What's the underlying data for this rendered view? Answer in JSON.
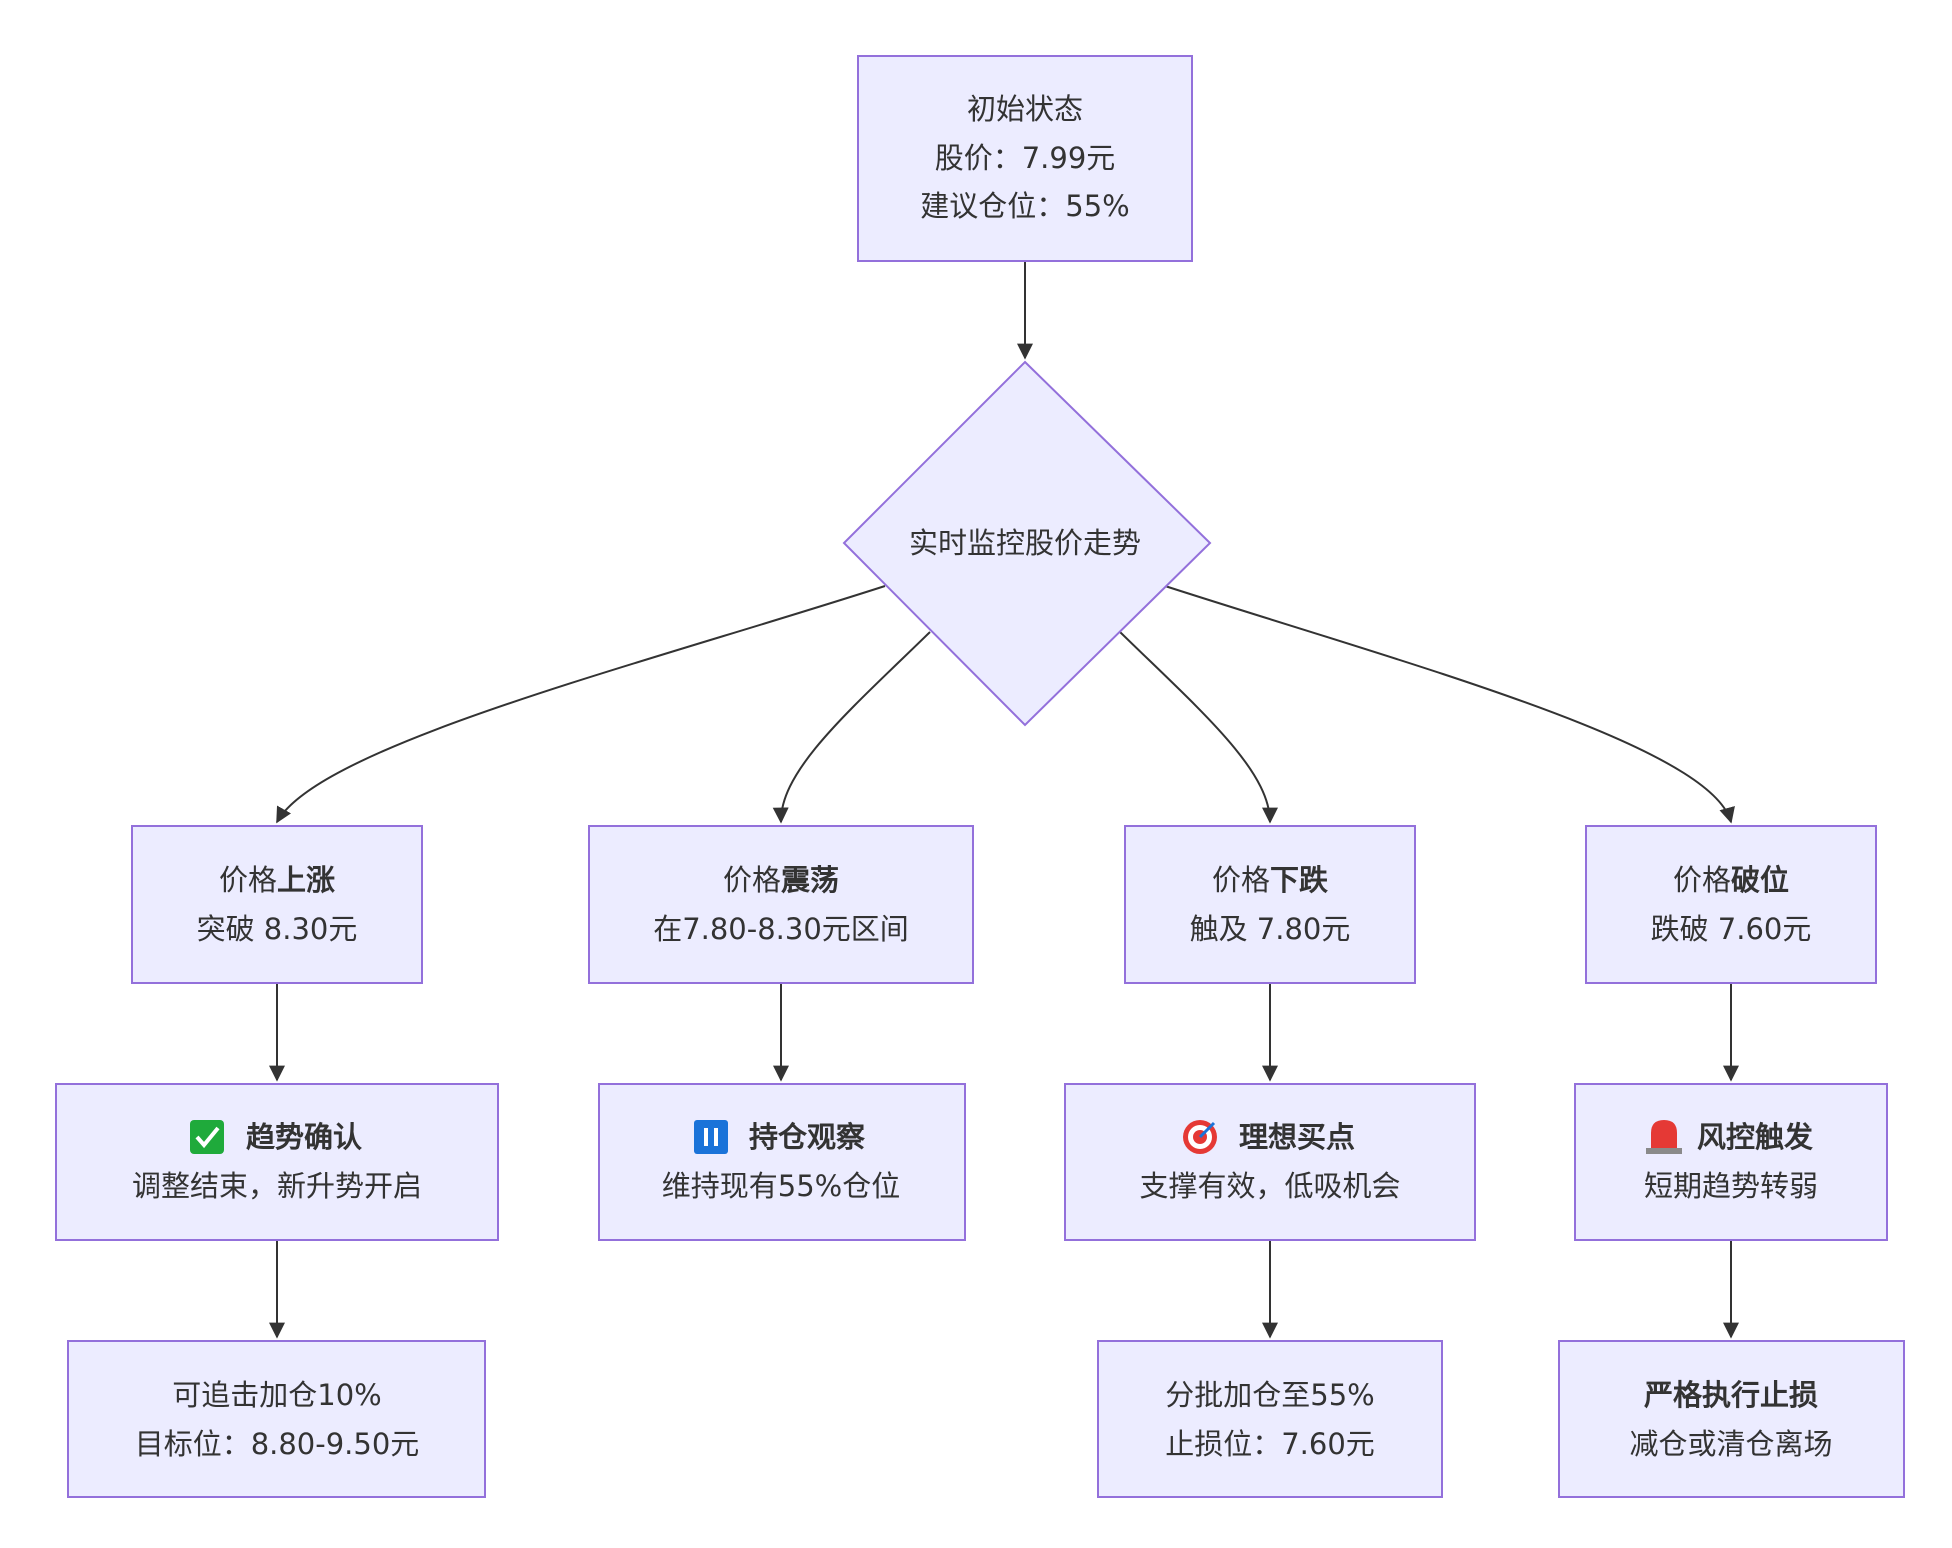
{
  "colors": {
    "node_fill": "#ececff",
    "node_stroke": "#9370db",
    "edge": "#333333",
    "text": "#333333"
  },
  "nodes": {
    "start": {
      "line1": "初始状态",
      "line2": "股价：7.99元",
      "line3": "建议仓位：55%"
    },
    "monitor": {
      "label": "实时监控股价走势"
    },
    "up": {
      "prefix": "价格",
      "bold": "上涨",
      "line2": "突破 8.30元"
    },
    "range": {
      "prefix": "价格",
      "bold": "震荡",
      "line2": "在7.80-8.30元区间"
    },
    "down": {
      "prefix": "价格",
      "bold": "下跌",
      "line2": "触及 7.80元"
    },
    "break": {
      "prefix": "价格",
      "bold": "破位",
      "line2": "跌破 7.60元"
    },
    "trend_confirm": {
      "icon": "check-mark-icon",
      "title": "趋势确认",
      "line2": "调整结束，新升势开启"
    },
    "hold_watch": {
      "icon": "pause-icon",
      "title": "持仓观察",
      "line2": "维持现有55%仓位"
    },
    "ideal_buy": {
      "icon": "target-icon",
      "title": "理想买点",
      "line2": "支撑有效，低吸机会"
    },
    "risk_trigger": {
      "icon": "siren-icon",
      "title": "风控触发",
      "line2": "短期趋势转弱"
    },
    "add_position": {
      "line1": "可追击加仓10%",
      "line2": "目标位：8.80-9.50元"
    },
    "batch_add": {
      "line1": "分批加仓至55%",
      "line2": "止损位：7.60元"
    },
    "stop_loss": {
      "title": "严格执行止损",
      "line2": "减仓或清仓离场"
    }
  }
}
